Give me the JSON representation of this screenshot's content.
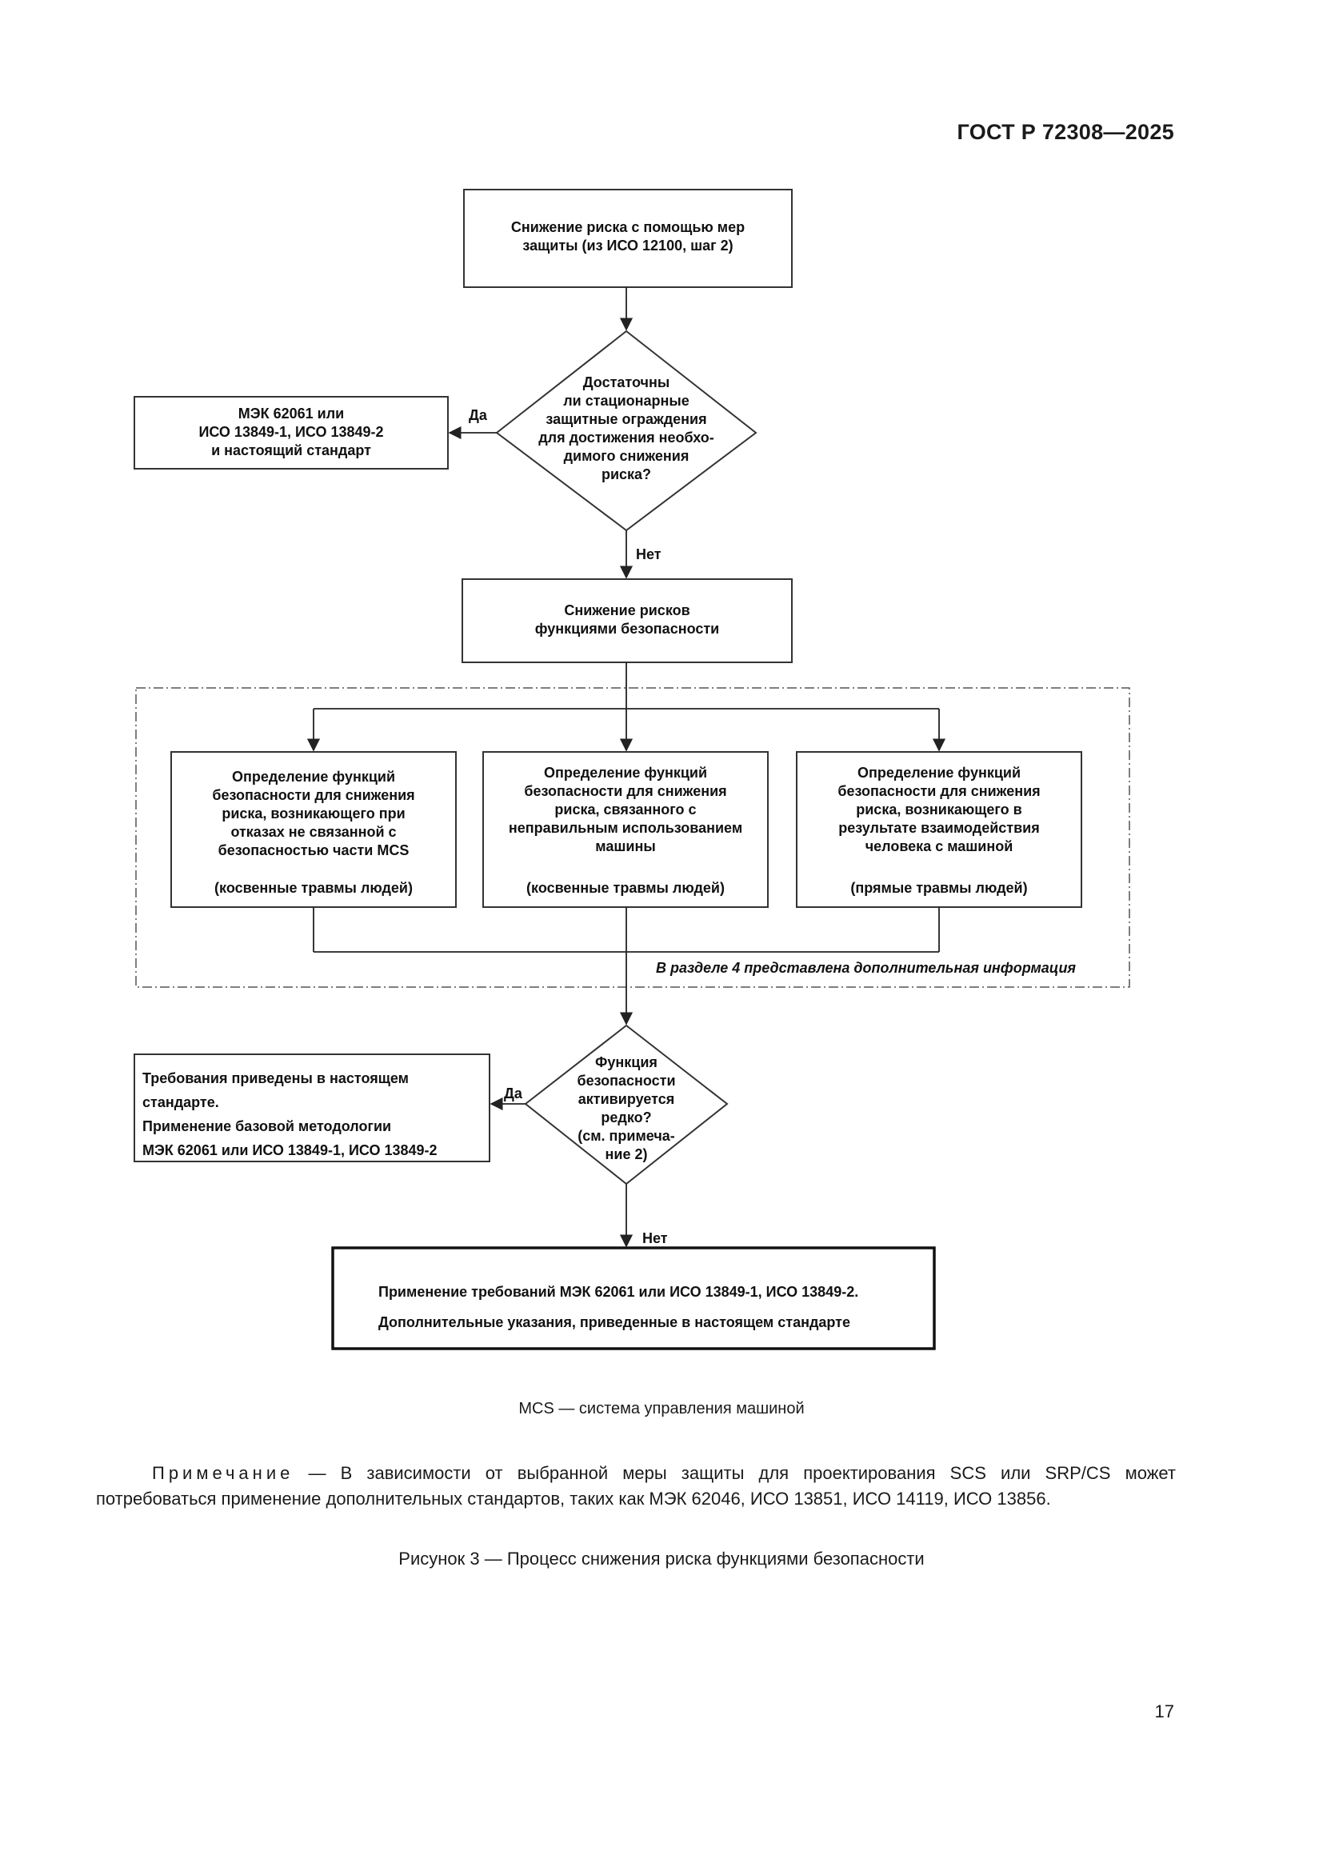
{
  "header": {
    "doc_id": "ГОСТ Р 72308—2025"
  },
  "flowchart": {
    "start_box": "Снижение риска с помощью  мер\nзащиты (из ИСО 12100, шаг 2)",
    "decision1": "Достаточны\nли стационарные\nзащитные ограждения\nдля достижения необхо-\nдимого снижения\nриска?",
    "decision1_yes_label": "Да",
    "decision1_no_label": "Нет",
    "decision1_yes_box": "МЭК 62061 или\nИСО 13849-1, ИСО 13849-2\nи настоящий стандарт",
    "safety_functions_box": "Снижение рисков\nфункциями безопасности",
    "branch_boxes": [
      {
        "text": "Определение функций\nбезопасности для снижения\nриска, возникающего при\nотказах не связанной с\nбезопасностью части MCS",
        "note": "(косвенные травмы людей)"
      },
      {
        "text": "Определение функций\nбезопасности для снижения\nриска, связанного с\nнеправильным использованием\nмашины",
        "note": "(косвенные травмы людей)"
      },
      {
        "text": "Определение функций\nбезопасности для снижения\nриска, возникающего в\nрезультате взаимодействия\nчеловека с машиной",
        "note": "(прямые травмы людей)"
      }
    ],
    "section_info": "В разделе 4 представлена дополнительная информация",
    "decision2": "Функция\nбезопасности\nактивируется\nредко?\n(см. примеча-\nние 2)",
    "decision2_yes_label": "Да",
    "decision2_no_label": "Нет",
    "decision2_yes_box": "Требования приведены в настоящем\nстандарте.\nПрименение базовой методологии\nМЭК 62061 или ИСО 13849-1, ИСО 13849-2",
    "final_box": "Применение требований МЭК 62061 или ИСО 13849-1, ИСО 13849-2.\nДополнительные указания, приведенные в настоящем стандарте"
  },
  "legend": "MCS — система управления машиной",
  "note": {
    "label": "Примечание",
    "text": " — В зависимости от выбранной меры защиты для проектирования SCS или SRP/CS может потребоваться применение дополнительных стандартов, таких как МЭК 62046, ИСО 13851, ИСО 14119, ИСО 13856."
  },
  "figure_caption": "Рисунок 3 — Процесс снижения риска функциями безопасности",
  "page_number": "17"
}
